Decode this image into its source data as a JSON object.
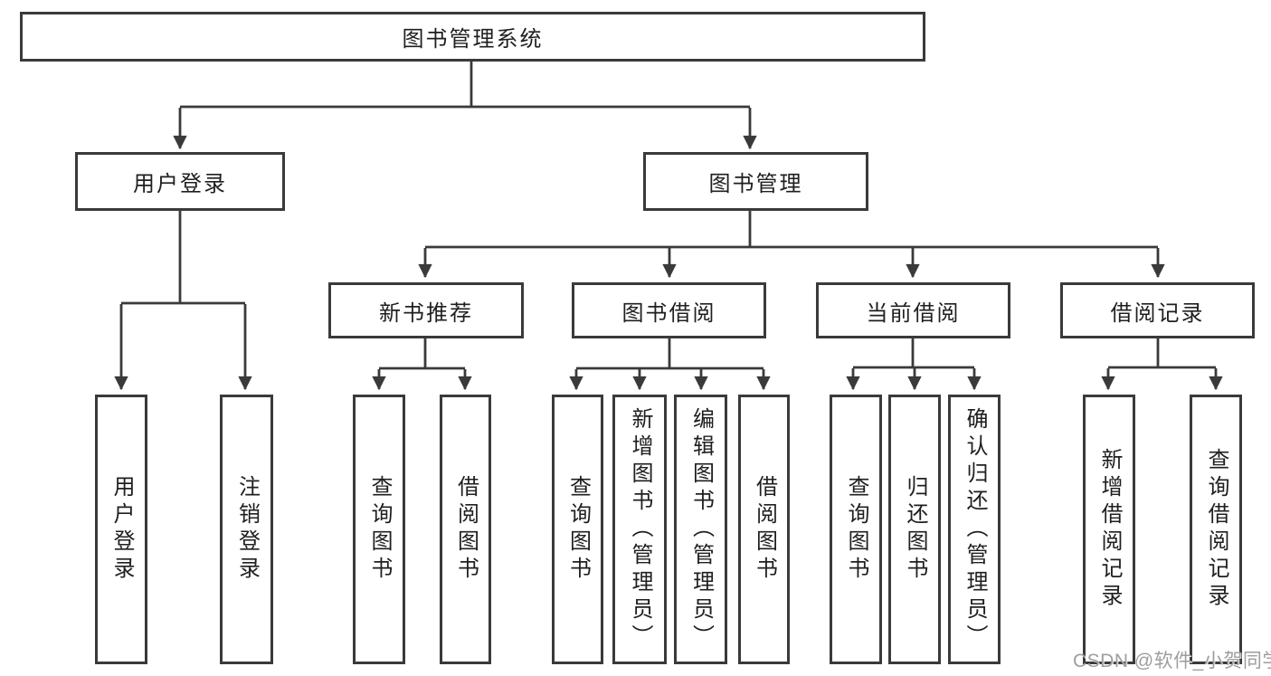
{
  "nodes": {
    "root": "图书管理系统",
    "level2": [
      {
        "label": "用户登录"
      },
      {
        "label": "图书管理"
      }
    ],
    "level3": [
      {
        "label": "新书推荐"
      },
      {
        "label": "图书借阅"
      },
      {
        "label": "当前借阅"
      },
      {
        "label": "借阅记录"
      }
    ],
    "leaves": {
      "user": [
        "用户登录",
        "注销登录"
      ],
      "recommend": [
        "查询图书",
        "借阅图书"
      ],
      "borrow": [
        "查询图书",
        "新增图书（管理员）",
        "编辑图书（管理员）",
        "借阅图书"
      ],
      "current": [
        "查询图书",
        "归还图书",
        "确认归还（管理员）"
      ],
      "records": [
        "新增借阅记录",
        "查询借阅记录"
      ]
    }
  },
  "watermark": "CSDN @软件_小贺同学",
  "colors": {
    "line": "#3a3a3a",
    "box_background": "#ffffff",
    "text": "#1f1f1f",
    "watermark": "#9e9e9e"
  }
}
